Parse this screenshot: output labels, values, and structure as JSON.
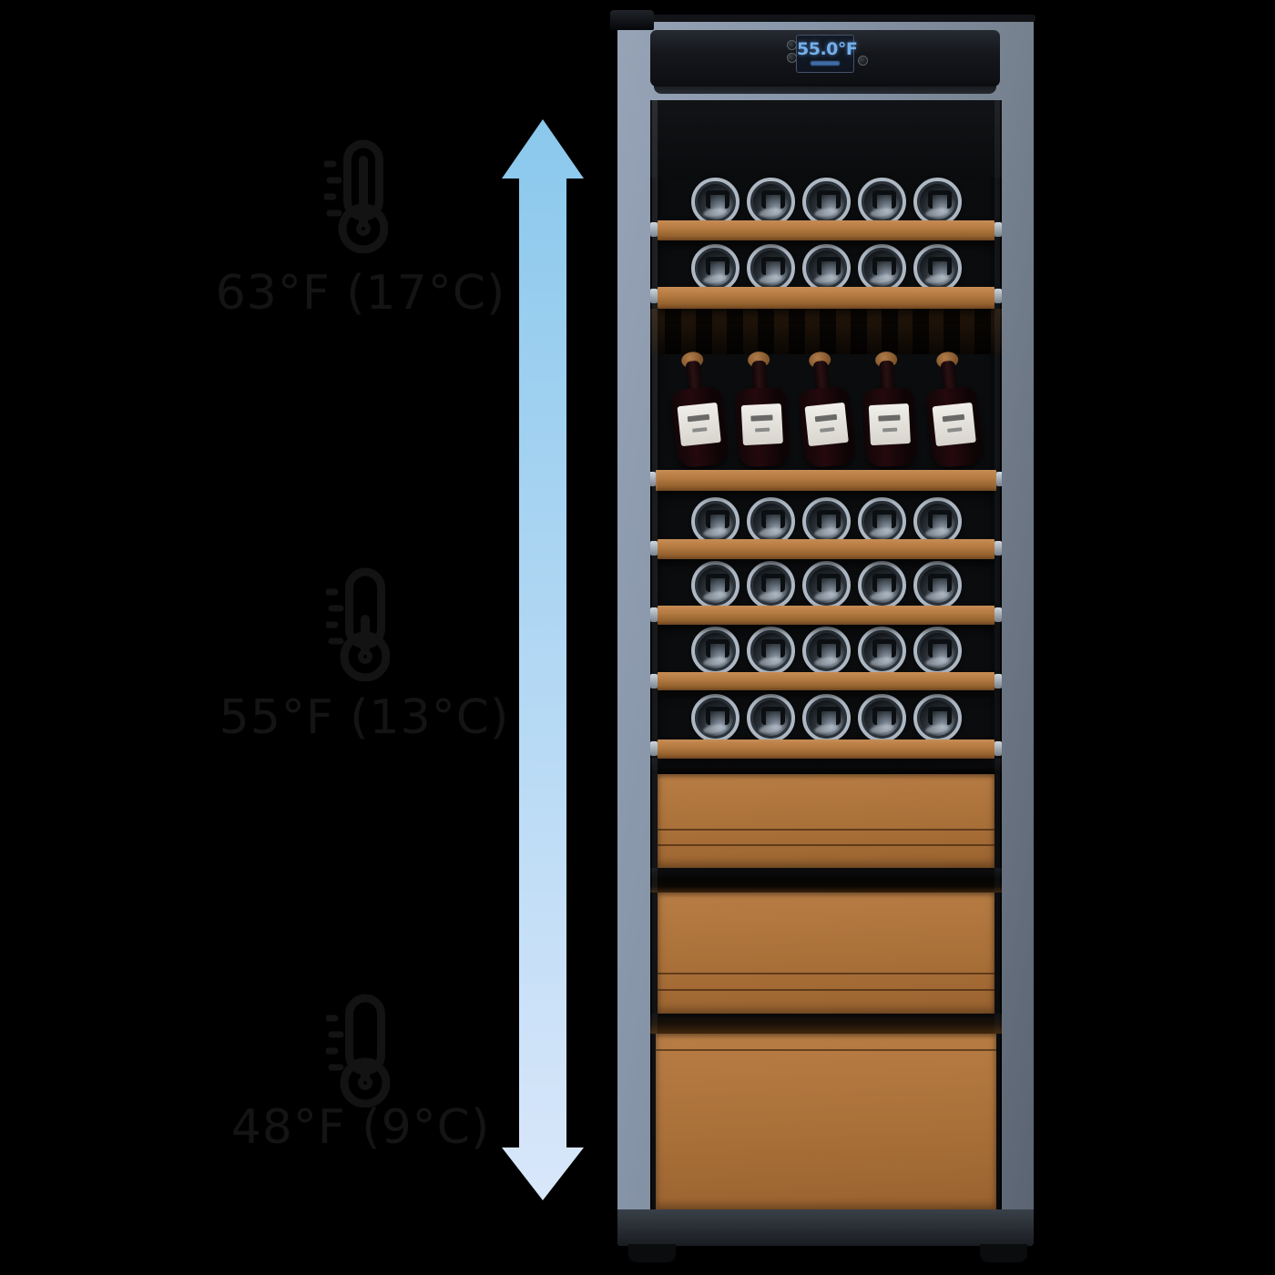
{
  "page": {
    "background_color": "#000000"
  },
  "temperature_scale": {
    "arrow": {
      "type": "double-headed-vertical",
      "gradient_top_color": "#8ac8ec",
      "gradient_bottom_color": "#d9e7fa"
    },
    "zones": [
      {
        "position": "top",
        "label": "63°F (17°C)",
        "mercury_level": "high"
      },
      {
        "position": "middle",
        "label": "55°F (13°C)",
        "mercury_level": "medium"
      },
      {
        "position": "bottom",
        "label": "48°F (9°C)",
        "mercury_level": "low"
      }
    ]
  },
  "wine_cabinet": {
    "display": {
      "temperature_reading": "55.0°F",
      "text_color": "#74b0ea"
    },
    "structure": {
      "bottles_per_row": 5,
      "horizontal_bottle_rows": 6,
      "display_bottles": 5,
      "drawers": 3
    },
    "colors": {
      "frame_light": "#97a3b6",
      "frame_dark": "#5a6371",
      "wood": "#b0773f",
      "interior": "#0b0c0e",
      "control_panel": "#15171c"
    }
  }
}
